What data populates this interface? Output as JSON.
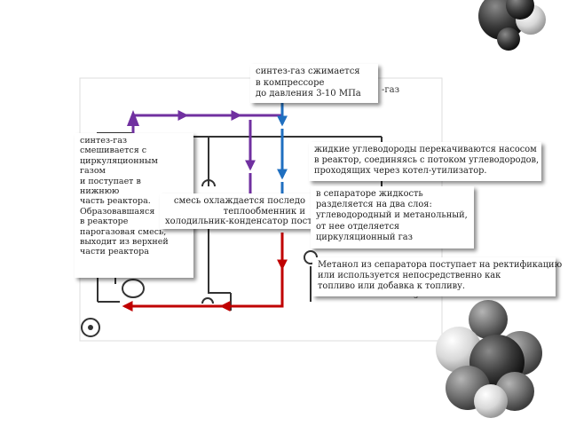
{
  "scheme": {
    "gas_label": "-газ",
    "fragment_label": "з"
  },
  "notes": {
    "compressor": [
      "синтез-газ сжимается",
      "в компрессоре",
      "до давления 3-10 МПа"
    ],
    "mixing": [
      "синтез-газ",
      "смешивается с",
      "циркуляционным",
      "газом",
      "и поступает в",
      "нижнюю",
      "часть реактора.",
      "Образовавшаяся",
      "в реакторе",
      "парогазовая смесь,",
      "выходит из верхней",
      "части реактора"
    ],
    "cooling": [
      "смесь охлаждается последо",
      "теплообменник и",
      "холодильник-конденсатор посту"
    ],
    "pump": [
      "жидкие углеводороды перекачиваются насосом",
      "в реактор, соединяясь с потоком углеводородов,",
      "проходящих через котел-утилизатор."
    ],
    "separator": [
      "в сепараторе жидкость",
      "разделяется на два слоя:",
      "углеводородный и метанольный,",
      "от нее отделяется",
      "циркуляционный газ"
    ],
    "methanol": [
      "Метанол из сепаратора поступает на ректификацию",
      "или используется непосредственно как",
      "топливо или добавка к топливу."
    ]
  },
  "colors": {
    "purple": "#7030a0",
    "blue": "#1f6fc0",
    "red": "#c00000",
    "line": "#333333",
    "molecule": "#6b6b6b"
  }
}
